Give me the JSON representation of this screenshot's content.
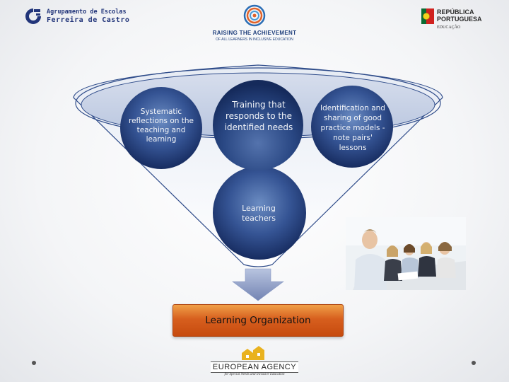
{
  "header": {
    "school_logo": {
      "line1": "Agrupamento de Escolas",
      "line2": "Ferreira de Castro"
    },
    "project_logo": {
      "title": "RAISING THE ACHIEVEMENT",
      "subtitle": "OF ALL LEARNERS IN INCLUSIVE EDUCATION"
    },
    "government_logo": {
      "line1": "REPÚBLICA",
      "line2": "PORTUGUESA",
      "ministry": "EDUCAÇÃO"
    }
  },
  "diagram": {
    "circles": {
      "left": "Systematic reflections on the teaching and learning",
      "center": "Training that responds to the identified needs",
      "right": "Identification and sharing of good practice models - note pairs' lessons",
      "bottom": "Learning teachers"
    },
    "result_box": "Learning Organization"
  },
  "footer": {
    "agency_logo": {
      "name": "EUROPEAN AGENCY",
      "subtitle": "for Special Needs and Inclusive Education"
    }
  },
  "colors": {
    "circle_dark": "#1b3268",
    "circle_mid": "#5f7fb3",
    "funnel_fill": "#c8d2e6",
    "arrow": "#8fa0c8",
    "result_box": "#d75f1e"
  },
  "icons": [
    "school-logo-icon",
    "raising-achievement-logo-icon",
    "portugal-flag-icon",
    "european-agency-logo-icon",
    "down-arrow-icon"
  ]
}
